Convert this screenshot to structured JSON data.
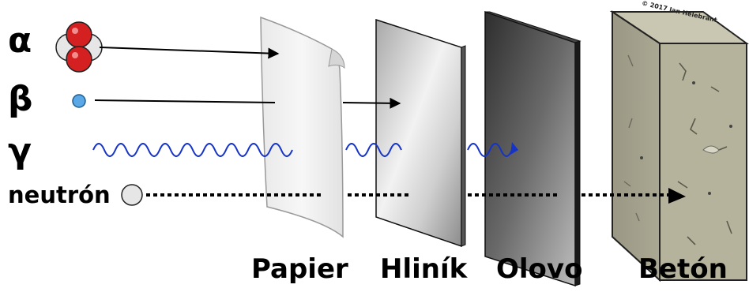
{
  "radiation": {
    "alpha": "α",
    "beta": "β",
    "gamma": "γ",
    "neutron": "neutrón"
  },
  "materials": {
    "paper": "Papier",
    "aluminium": "Hliník",
    "lead": "Olovo",
    "concrete": "Betón"
  },
  "copyright": "© 2017 Jan Helebrant",
  "colors": {
    "alpha_proton": "#d42020",
    "alpha_neutron": "#e6e6e6",
    "beta_electron": "#5aa8e6",
    "gamma_wave": "#1633c8",
    "concrete": "#b5b39b"
  }
}
